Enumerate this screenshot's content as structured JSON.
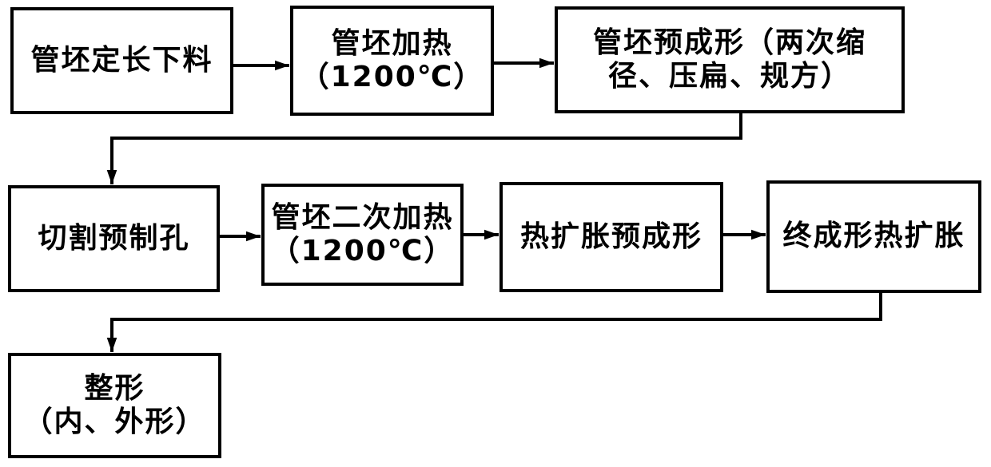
{
  "diagram": {
    "type": "flowchart",
    "background_color": "#ffffff",
    "line_color": "#000000",
    "nodes": [
      {
        "id": "step-1",
        "label": "管坯定长下料"
      },
      {
        "id": "step-2",
        "label": "管坯加热\n（1200℃）"
      },
      {
        "id": "step-3",
        "label": "管坯预成形（两次缩\n径、压扁、规方）"
      },
      {
        "id": "step-4",
        "label": "切割预制孔"
      },
      {
        "id": "step-5",
        "label": "管坯二次加热\n（1200℃）"
      },
      {
        "id": "step-6",
        "label": "热扩胀预成形"
      },
      {
        "id": "step-7",
        "label": "终成形热扩胀"
      },
      {
        "id": "step-8",
        "label": "整形\n（内、外形）"
      }
    ],
    "edges": [
      {
        "from": "step-1",
        "to": "step-2",
        "style": "straight-right"
      },
      {
        "from": "step-2",
        "to": "step-3",
        "style": "straight-right"
      },
      {
        "from": "step-3",
        "to": "step-4",
        "style": "elbow-down-left-down"
      },
      {
        "from": "step-4",
        "to": "step-5",
        "style": "straight-right"
      },
      {
        "from": "step-5",
        "to": "step-6",
        "style": "straight-right"
      },
      {
        "from": "step-6",
        "to": "step-7",
        "style": "straight-right"
      },
      {
        "from": "step-7",
        "to": "step-8",
        "style": "elbow-down-left-down"
      }
    ]
  }
}
